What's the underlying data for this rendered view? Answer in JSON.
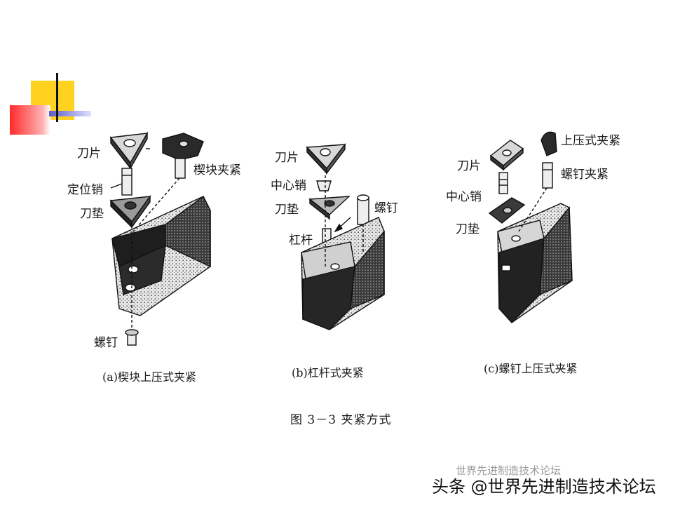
{
  "colors": {
    "accent_yellow": "#ffd21f",
    "accent_red": "#ff2020",
    "accent_blue": "#5b5bc8"
  },
  "panels": [
    {
      "caption": "(a)楔块上压式夹紧",
      "labels": {
        "blade": "刀片",
        "locating_pin": "定位销",
        "pad": "刀垫",
        "wedge": "楔块夹紧",
        "screw": "螺钉"
      }
    },
    {
      "caption": "(b)杠杆式夹紧",
      "labels": {
        "blade": "刀片",
        "center_pin": "中心销",
        "pad": "刀垫",
        "lever": "杠杆",
        "screw": "螺钉"
      }
    },
    {
      "caption": "(c)螺钉上压式夹紧",
      "labels": {
        "blade": "刀片",
        "center_pin": "中心销",
        "pad": "刀垫",
        "top_clamp": "上压式夹紧",
        "screw_clamp": "螺钉夹紧"
      }
    }
  ],
  "figure_title": "图 3－3    夹紧方式",
  "watermark": {
    "line1": "世界先进制造技术论坛",
    "line2": "头条 @世界先进制造技术论坛"
  }
}
